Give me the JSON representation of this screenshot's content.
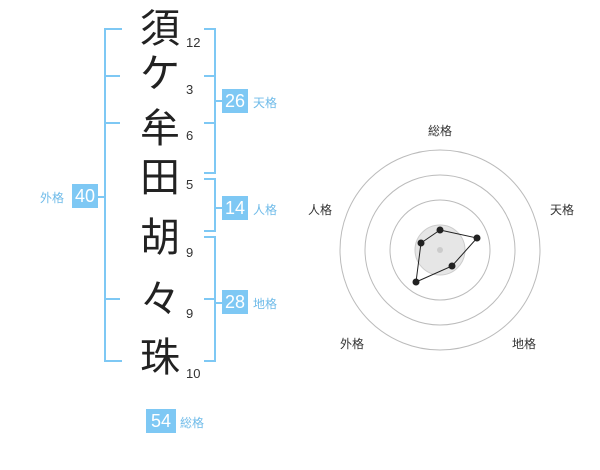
{
  "chars": [
    {
      "char": "須",
      "strokes": "12"
    },
    {
      "char": "ケ",
      "strokes": "3"
    },
    {
      "char": "牟",
      "strokes": "6"
    },
    {
      "char": "田",
      "strokes": "5"
    },
    {
      "char": "胡",
      "strokes": "9"
    },
    {
      "char": "々",
      "strokes": "9"
    },
    {
      "char": "珠",
      "strokes": "10"
    }
  ],
  "kakaku": {
    "tenkaku": {
      "value": "26",
      "label": "天格"
    },
    "jinkaku": {
      "value": "14",
      "label": "人格"
    },
    "chikaku": {
      "value": "28",
      "label": "地格"
    },
    "gaikaku": {
      "value": "40",
      "label": "外格"
    },
    "soukaku": {
      "value": "54",
      "label": "総格"
    }
  },
  "radar": {
    "labels": [
      "総格",
      "天格",
      "地格",
      "外格",
      "人格"
    ],
    "colors": {
      "accent": "#7ec8f4",
      "grid": "#bbbbbb",
      "line": "#222222",
      "fill": "#dddddd"
    }
  }
}
